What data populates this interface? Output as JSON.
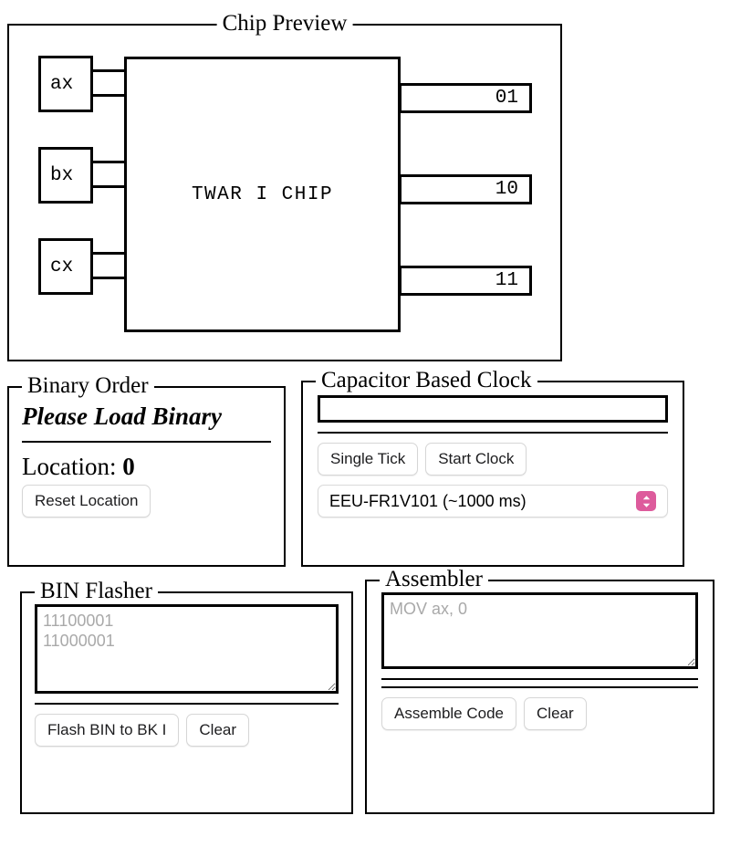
{
  "chip_preview": {
    "legend": "Chip Preview",
    "chip_label": "TWAR I CHIP",
    "registers": [
      {
        "name": "ax"
      },
      {
        "name": "bx"
      },
      {
        "name": "cx"
      }
    ],
    "outputs": [
      {
        "value": "01"
      },
      {
        "value": "10"
      },
      {
        "value": "11"
      }
    ]
  },
  "binary_order": {
    "legend": "Binary Order",
    "status": "Please Load Binary",
    "location_label": "Location: ",
    "location_value": "0",
    "reset_button": "Reset Location"
  },
  "capacitor_clock": {
    "legend": "Capacitor Based Clock",
    "input_value": "",
    "input_placeholder": "",
    "single_tick_button": "Single Tick",
    "start_clock_button": "Start Clock",
    "selected_capacitor": "EEU-FR1V101 (~1000 ms)",
    "stepper_color": "#dd5b9c"
  },
  "bin_flasher": {
    "legend": "BIN Flasher",
    "textarea_value": "",
    "textarea_placeholder": "11100001\n11000001",
    "flash_button": "Flash BIN to BK I",
    "clear_button": "Clear"
  },
  "assembler": {
    "legend": "Assembler",
    "textarea_value": "",
    "textarea_placeholder": "MOV ax, 0",
    "assemble_button": "Assemble Code",
    "clear_button": "Clear"
  }
}
